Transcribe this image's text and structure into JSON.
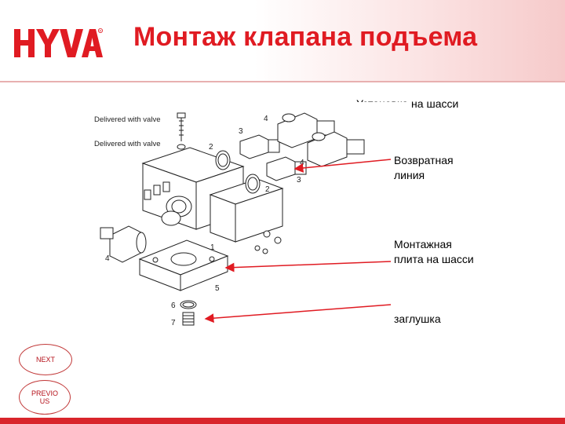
{
  "header": {
    "logo_text": "HYVA",
    "title": "Монтаж клапана подъема"
  },
  "diagram": {
    "subtitle": "Установка на шасси",
    "callouts": {
      "delivered_1": "Delivered with valve",
      "delivered_2": "Delivered with valve"
    },
    "part_numbers": [
      "4",
      "3",
      "2",
      "4",
      "3",
      "2",
      "1",
      "4",
      "5",
      "6",
      "7"
    ]
  },
  "labels": {
    "return_line": "Возвратная линия",
    "mounting_plate": "Монтажная плита на шасси",
    "plug": "заглушка"
  },
  "nav": {
    "next": "NEXT",
    "previous": "PREVIO US"
  },
  "colors": {
    "brand_red": "#e01b22",
    "arrow_red": "#e01b22"
  }
}
